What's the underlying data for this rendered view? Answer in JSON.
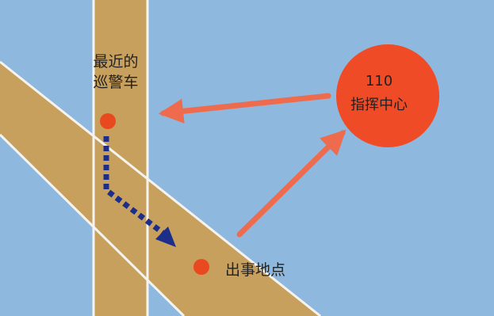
{
  "diagram": {
    "police_car_label": [
      "最近的",
      "巡警车"
    ],
    "incident_label": "出事地点",
    "center_number": "110",
    "center_name": "指挥中心",
    "colors": {
      "background": "#8fb8df",
      "road": "#c8a05e",
      "road_edge": "#f5f3ee",
      "center_circle": "#ef4b27",
      "markers": "#e8491e",
      "arrows": "#ee6c4d",
      "dotted_path": "#1c2e8a"
    }
  }
}
